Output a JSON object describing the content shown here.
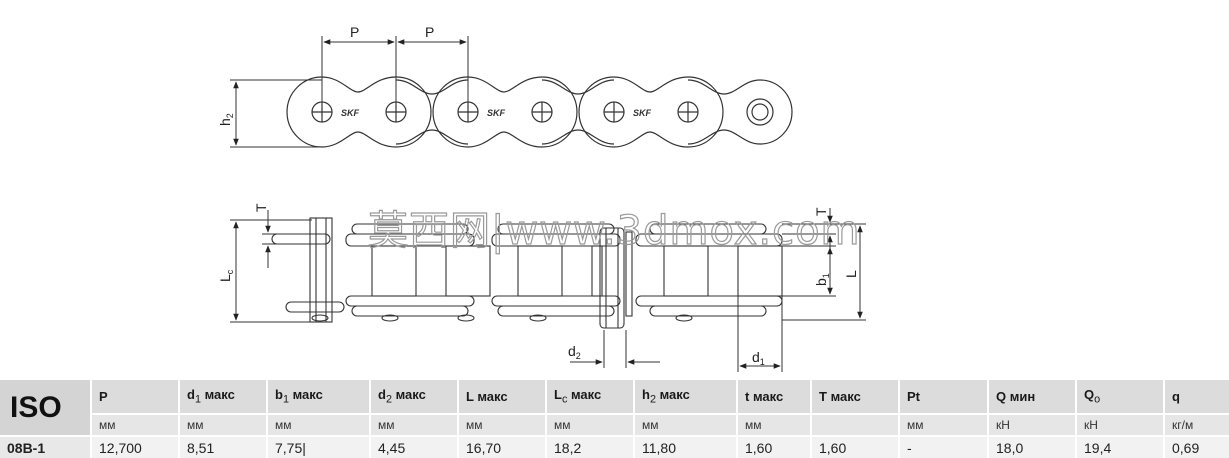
{
  "drawing": {
    "top_view": {
      "pitch_label_1": "P",
      "pitch_label_2": "P",
      "h2_label": "h",
      "h2_sub": "2",
      "brand": "SKF"
    },
    "side_view": {
      "t_label_left": "T",
      "t_label_right": "T",
      "lc_label": "L",
      "lc_sub": "c",
      "b1_label": "b",
      "b1_sub": "1",
      "l_label": "L",
      "d2_label": "d",
      "d2_sub": "2",
      "d1_label": "d",
      "d1_sub": "1"
    },
    "watermark": "莫西网|www.3dmox.com"
  },
  "table": {
    "series": "ISO",
    "columns": [
      {
        "name": "P",
        "sub": "",
        "suffix": "",
        "unit": "мм"
      },
      {
        "name": "d",
        "sub": "1",
        "suffix": " макс",
        "unit": "мм"
      },
      {
        "name": "b",
        "sub": "1",
        "suffix": " макс",
        "unit": "мм"
      },
      {
        "name": "d",
        "sub": "2",
        "suffix": " макс",
        "unit": "мм"
      },
      {
        "name": "L",
        "sub": "",
        "suffix": " макс",
        "unit": "мм"
      },
      {
        "name": "L",
        "sub": "c",
        "suffix": " макс",
        "unit": "мм"
      },
      {
        "name": "h",
        "sub": "2",
        "suffix": " макс",
        "unit": "мм"
      },
      {
        "name": "t",
        "sub": "",
        "suffix": " макс",
        "unit": "мм"
      },
      {
        "name": "T",
        "sub": "",
        "suffix": " макс",
        "unit": ""
      },
      {
        "name": "Pt",
        "sub": "",
        "suffix": "",
        "unit": "мм"
      },
      {
        "name": "Q",
        "sub": "",
        "suffix": " мин",
        "unit": "кН"
      },
      {
        "name": "Q",
        "sub": "o",
        "suffix": "",
        "unit": "кН"
      },
      {
        "name": "q",
        "sub": "",
        "suffix": "",
        "unit": "кг/м"
      }
    ],
    "rows": [
      {
        "code": "08B-1",
        "values": [
          "12,700",
          "8,51",
          "7,75|",
          "4,45",
          "16,70",
          "18,2",
          "11,80",
          "1,60",
          "1,60",
          "-",
          "18,0",
          "19,4",
          "0,69"
        ]
      }
    ]
  }
}
